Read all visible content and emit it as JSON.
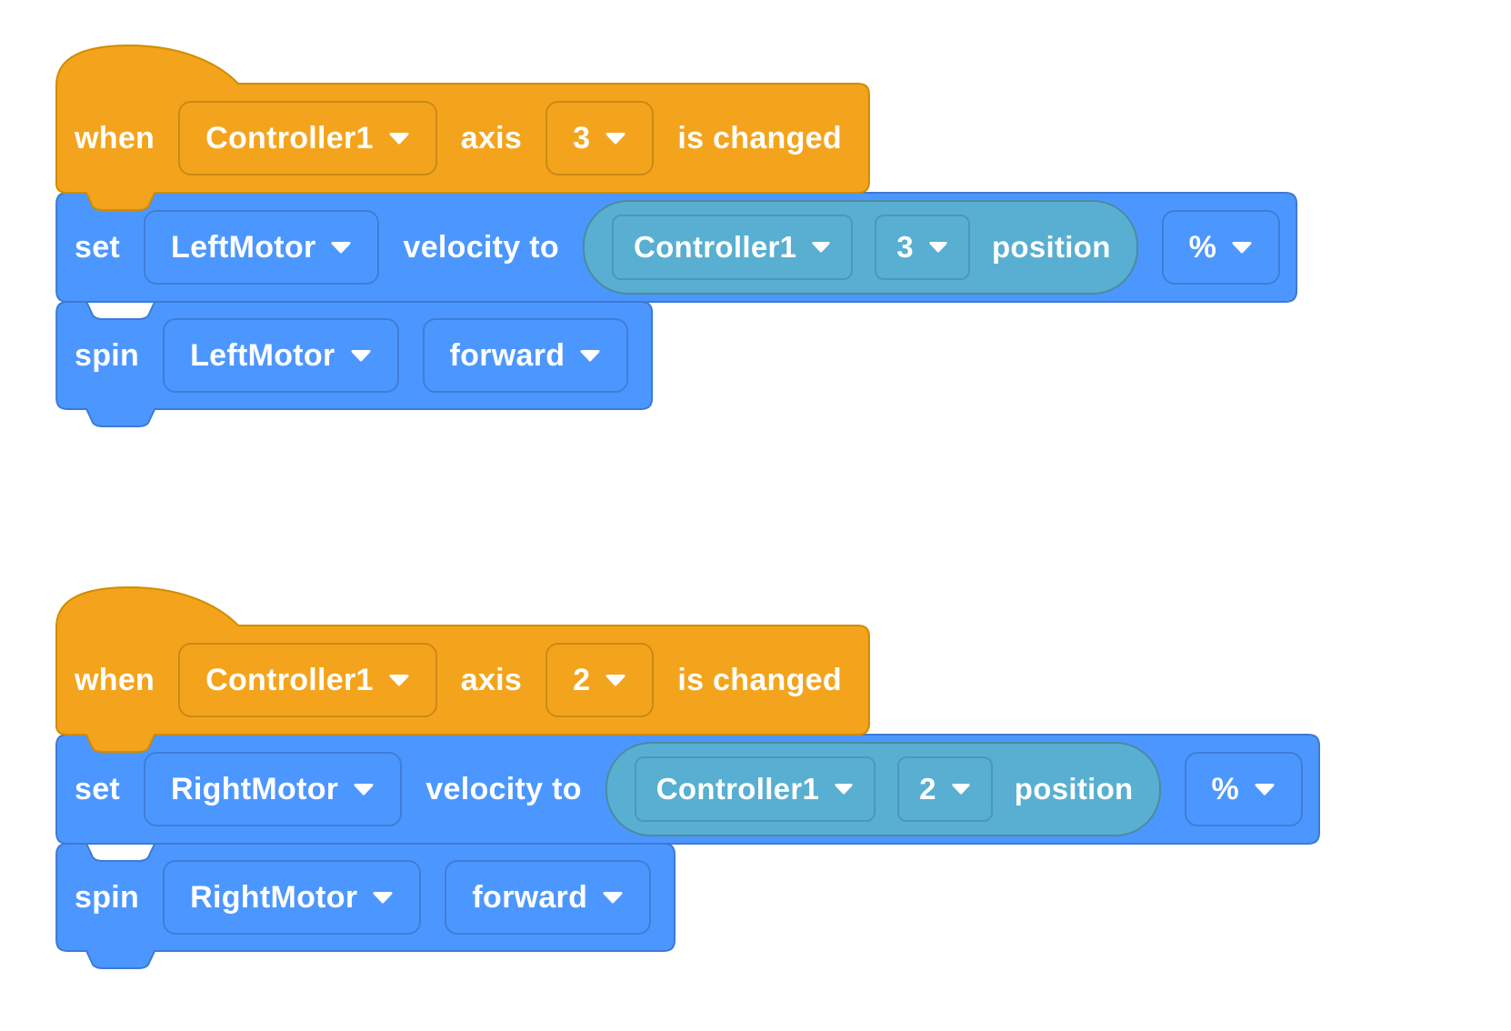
{
  "canvas": {
    "background": "#ffffff"
  },
  "colors": {
    "event_block_fill": "#F4A41C",
    "event_block_border": "#D18C00",
    "action_block_fill": "#4C97FF",
    "action_block_border": "#3D7AD4",
    "reporter_fill": "#58AFD1",
    "reporter_border": "#4D8BA0",
    "text": "#FFFFFF"
  },
  "stacks": [
    {
      "hat": {
        "when": "when",
        "device": "Controller1",
        "axis_word": "axis",
        "axis": "3",
        "changed": "is changed"
      },
      "set": {
        "set": "set",
        "motor": "LeftMotor",
        "velocity_to": "velocity to",
        "reporter": {
          "device": "Controller1",
          "axis": "3",
          "position": "position"
        },
        "unit": "%"
      },
      "spin": {
        "spin": "spin",
        "motor": "LeftMotor",
        "direction": "forward"
      }
    },
    {
      "hat": {
        "when": "when",
        "device": "Controller1",
        "axis_word": "axis",
        "axis": "2",
        "changed": "is changed"
      },
      "set": {
        "set": "set",
        "motor": "RightMotor",
        "velocity_to": "velocity to",
        "reporter": {
          "device": "Controller1",
          "axis": "2",
          "position": "position"
        },
        "unit": "%"
      },
      "spin": {
        "spin": "spin",
        "motor": "RightMotor",
        "direction": "forward"
      }
    }
  ]
}
